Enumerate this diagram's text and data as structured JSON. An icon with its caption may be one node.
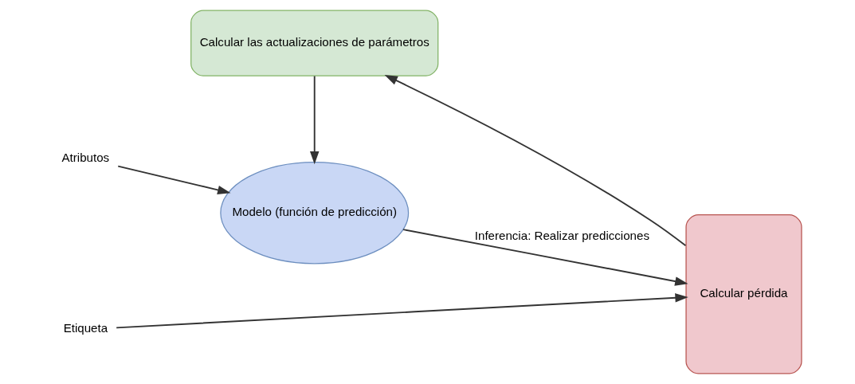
{
  "diagram": {
    "nodes": [
      {
        "text": [
          "Calcular las actualizaciones de parámetros"
        ]
      },
      {
        "text": [
          "Modelo (función de predicción)"
        ]
      },
      {
        "text": [
          "Calcular pérdida"
        ]
      },
      {
        "text": [
          "Atributos"
        ]
      },
      {
        "text": [
          "Etiqueta"
        ]
      }
    ],
    "edges": [
      {
        "from": 3,
        "to": 1,
        "arrow": "to"
      },
      {
        "from": 1,
        "to": 2,
        "arrow": "to",
        "label": "Inferencia: Realizar predicciones"
      },
      {
        "from": 4,
        "to": 2,
        "arrow": "to"
      },
      {
        "from": 2,
        "to": 0,
        "arrow": "to"
      },
      {
        "from": 0,
        "to": 1,
        "arrow": "to"
      }
    ]
  }
}
